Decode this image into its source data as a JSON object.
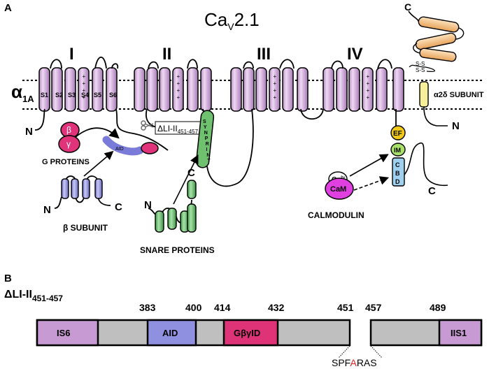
{
  "panel_a": {
    "label": "A",
    "title_main": "Ca",
    "title_sub": "V",
    "title_rest": "2.1",
    "alpha_main": "α",
    "alpha_sub": "1A",
    "domains": [
      "I",
      "II",
      "III",
      "IV"
    ],
    "segments": [
      "S1",
      "S2",
      "S3",
      "S4",
      "S5",
      "S6"
    ],
    "n_term": "N",
    "c_term": "C",
    "beta_gamma": [
      "β",
      "γ"
    ],
    "aid_label": "AID",
    "g_proteins": "G PROTEINS",
    "beta_subunit": "β SUBUNIT",
    "deletion_prefix": "ΔLI-II",
    "deletion_sub": "451-457",
    "synprint": [
      "S",
      "Y",
      "N",
      "P",
      "R",
      "I",
      "N",
      "T"
    ],
    "snare_proteins": "SNARE PROTEINS",
    "ss_bond": "S-S",
    "a2d_subunit": "α2δ SUBUNIT",
    "ef": "EF",
    "im": "IM",
    "cbd": [
      "C",
      "B",
      "D"
    ],
    "ca": "Ca",
    "ca_charge": "2+",
    "cam": "CaM",
    "calmodulin": "CALMODULIN",
    "colors": {
      "membrane_helix": "#d9b8e0",
      "g_protein": "#e0337a",
      "beta": "#9b9be8",
      "snare": "#6fc06f",
      "a2d": "#f7ef99",
      "ef": "#f2c81a",
      "im": "#a9e06a",
      "cbd": "#9fd0f0",
      "cam": "#e040e0",
      "coil": "#f5c48a"
    }
  },
  "panel_b": {
    "label": "B",
    "title_prefix": "ΔLI-II",
    "title_sub": "451-457",
    "boxes": [
      "IS6",
      "AID",
      "GβγID",
      "IIS1"
    ],
    "positions": [
      "383",
      "400",
      "414",
      "432",
      "451",
      "457",
      "489"
    ],
    "seq_pre": "SPF",
    "seq_mut": "A",
    "seq_post": "RAS",
    "colors": {
      "is6": "#c79ad3",
      "aid": "#9090e0",
      "gbg": "#de3377",
      "iis1": "#c79ad3",
      "linker": "#bfbfbf",
      "mut": "#e02020"
    }
  }
}
